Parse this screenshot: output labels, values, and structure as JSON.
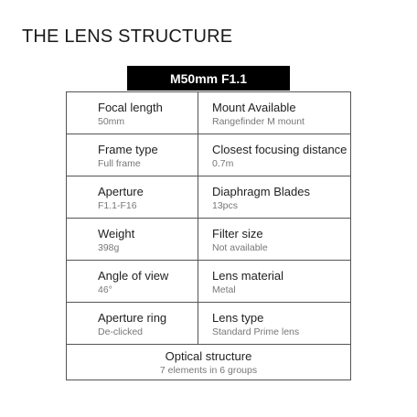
{
  "page_title": "THE LENS STRUCTURE",
  "model": "M50mm F1.1",
  "rows": [
    {
      "left": {
        "label": "Focal length",
        "value": "50mm"
      },
      "right": {
        "label": "Mount Available",
        "value": "Rangefinder M mount"
      }
    },
    {
      "left": {
        "label": "Frame type",
        "value": "Full frame"
      },
      "right": {
        "label": "Closest focusing distance",
        "value": "0.7m"
      }
    },
    {
      "left": {
        "label": "Aperture",
        "value": "F1.1-F16"
      },
      "right": {
        "label": "Diaphragm Blades",
        "value": "13pcs"
      }
    },
    {
      "left": {
        "label": "Weight",
        "value": "398g"
      },
      "right": {
        "label": "Filter size",
        "value": "Not available"
      }
    },
    {
      "left": {
        "label": "Angle of view",
        "value": "46°"
      },
      "right": {
        "label": "Lens material",
        "value": "Metal"
      }
    },
    {
      "left": {
        "label": "Aperture ring",
        "value": "De-clicked"
      },
      "right": {
        "label": "Lens type",
        "value": "Standard Prime lens"
      }
    }
  ],
  "footer": {
    "label": "Optical structure",
    "value": "7 elements in 6 groups"
  }
}
